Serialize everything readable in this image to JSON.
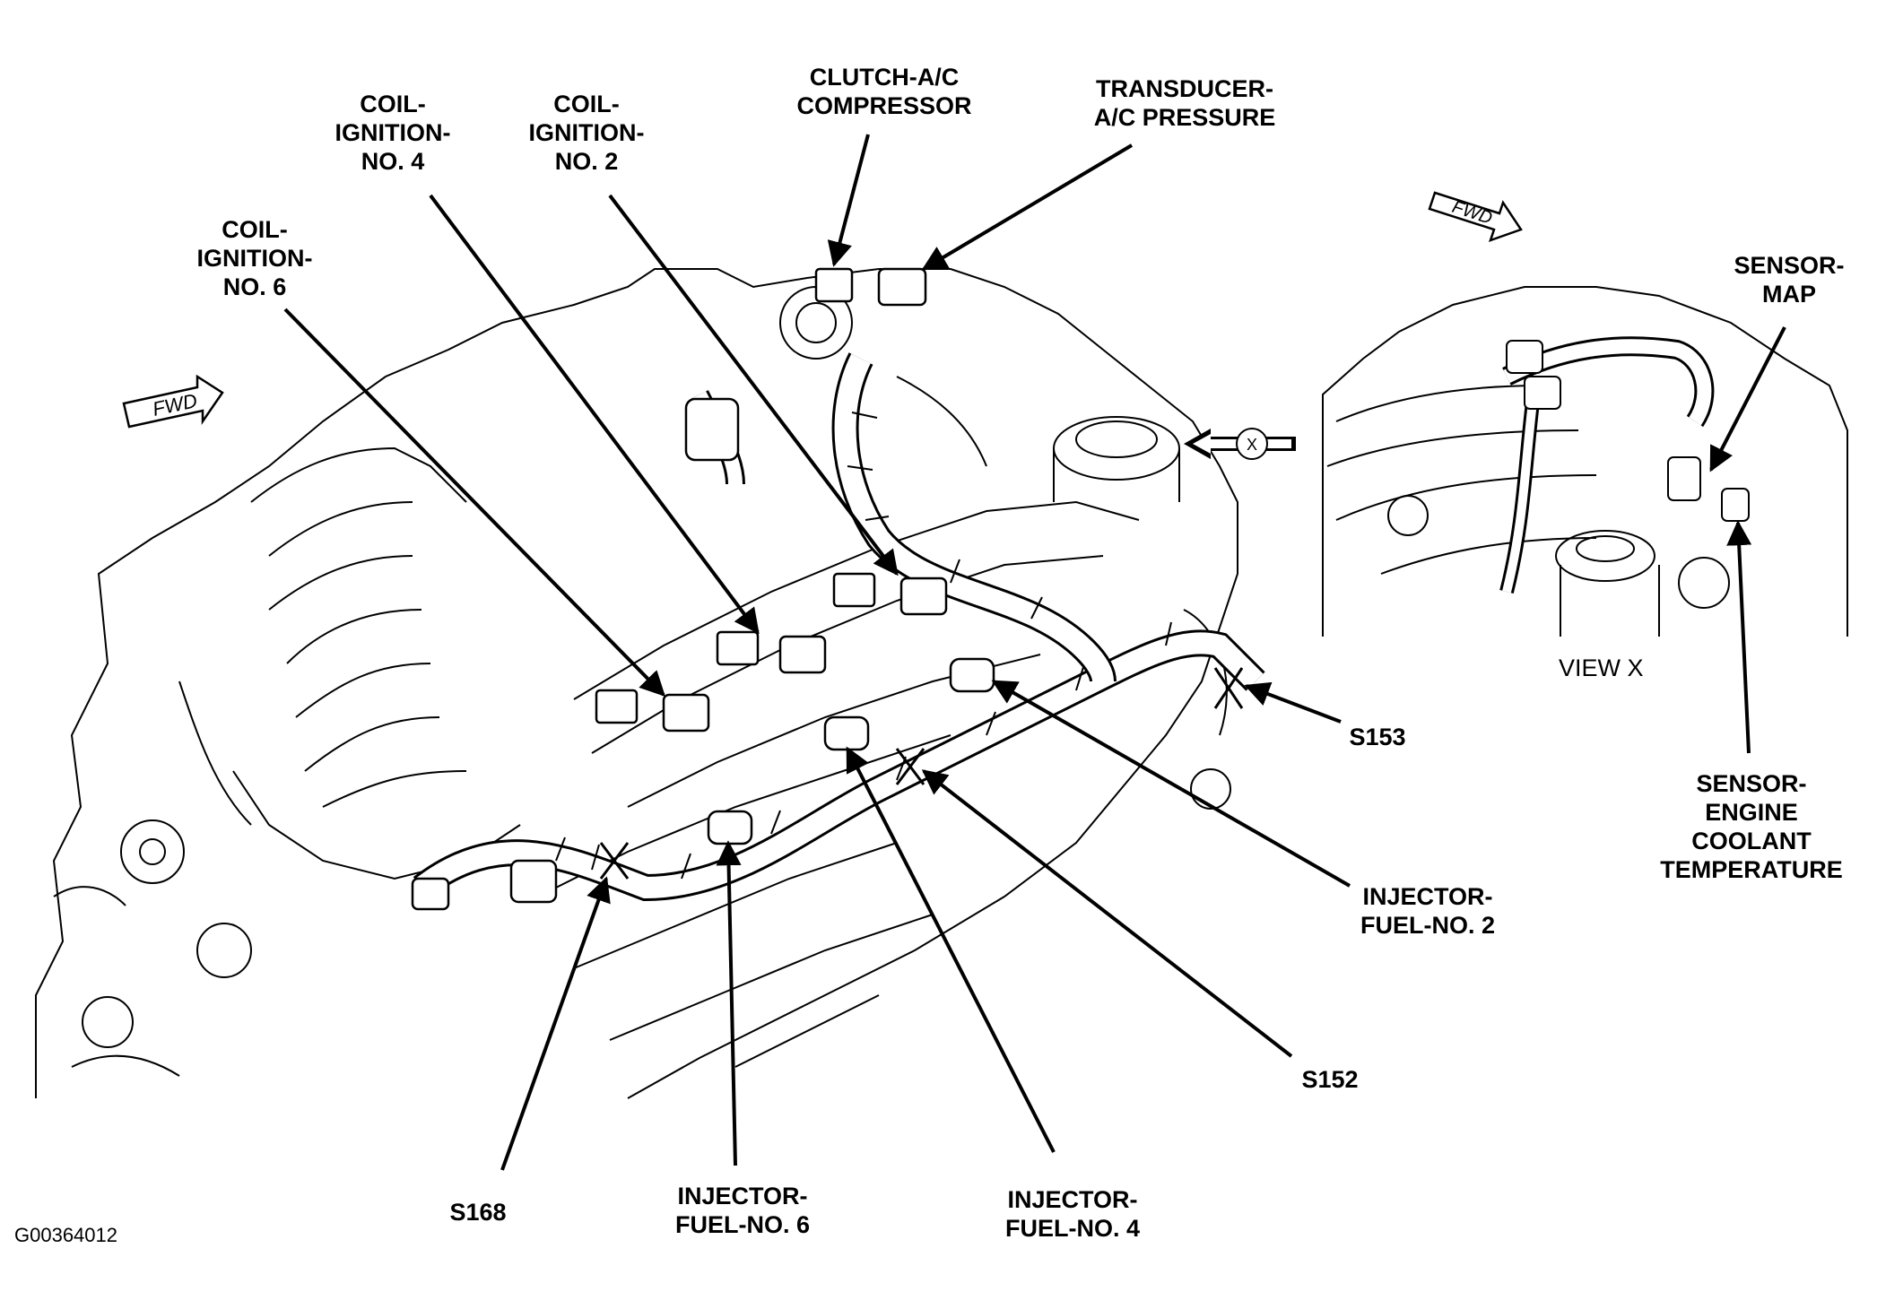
{
  "figure_id": "G00364012",
  "view_label": "VIEW X",
  "fwd_label": "FWD",
  "view_marker": "X",
  "labels": {
    "clutch_ac": [
      "CLUTCH-A/C",
      "COMPRESSOR"
    ],
    "transducer": [
      "TRANSDUCER-",
      "A/C PRESSURE"
    ],
    "coil4": [
      "COIL-",
      "IGNITION-",
      "NO. 4"
    ],
    "coil2": [
      "COIL-",
      "IGNITION-",
      "NO. 2"
    ],
    "coil6": [
      "COIL-",
      "IGNITION-",
      "NO. 6"
    ],
    "sensor_map": [
      "SENSOR-",
      "MAP"
    ],
    "sensor_ect": [
      "SENSOR-",
      "ENGINE",
      "COOLANT",
      "TEMPERATURE"
    ],
    "s153": "S153",
    "s152": "S152",
    "s168": "S168",
    "inj2": [
      "INJECTOR-",
      "FUEL-NO. 2"
    ],
    "inj6": [
      "INJECTOR-",
      "FUEL-NO. 6"
    ],
    "inj4": [
      "INJECTOR-",
      "FUEL-NO. 4"
    ]
  }
}
